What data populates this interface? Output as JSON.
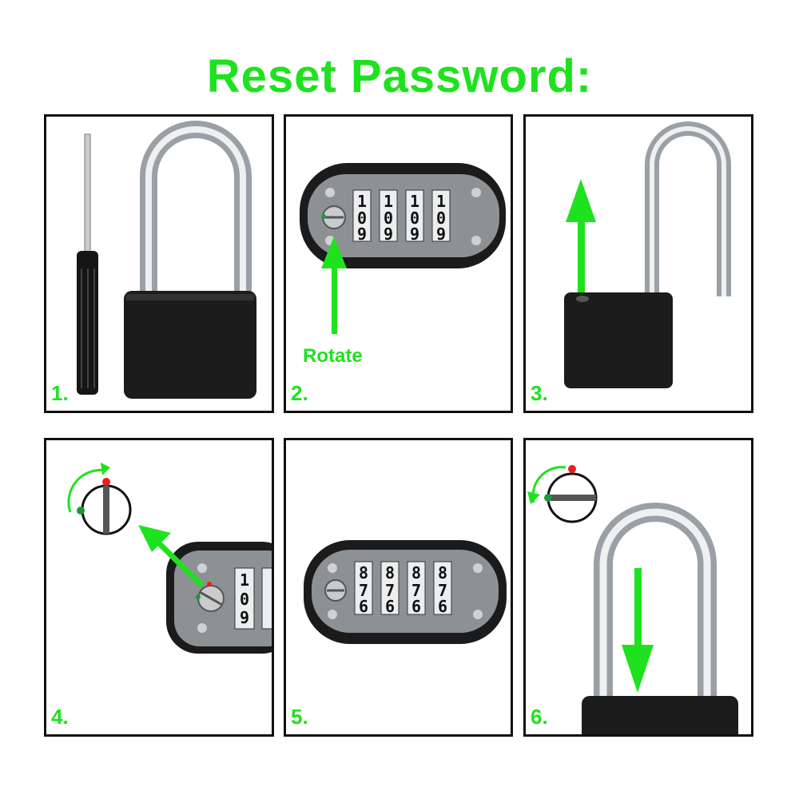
{
  "title": "Reset Password:",
  "colors": {
    "accent": "#1fe21f",
    "frame": "#111111",
    "red_dot": "#e8201b",
    "green_dot": "#1a9a3a"
  },
  "steps": [
    {
      "number": "1.",
      "items": [
        "screwdriver-icon",
        "padlock-closed"
      ]
    },
    {
      "number": "2.",
      "label": "Rotate",
      "digits": [
        "1",
        "0",
        "9"
      ],
      "items": [
        "dial-window",
        "rotate-arrow-up"
      ]
    },
    {
      "number": "3.",
      "items": [
        "padlock-open",
        "lift-arrow-up"
      ]
    },
    {
      "number": "4.",
      "digits": [
        "1",
        "0",
        "9"
      ],
      "items": [
        "rotate-clockwise-indicator",
        "pointer-arrow"
      ]
    },
    {
      "number": "5.",
      "digits": [
        "8",
        "7",
        "6"
      ],
      "items": [
        "dial-window"
      ]
    },
    {
      "number": "6.",
      "items": [
        "rotate-counterclockwise-indicator",
        "push-arrow-down",
        "padlock-closing"
      ]
    }
  ]
}
